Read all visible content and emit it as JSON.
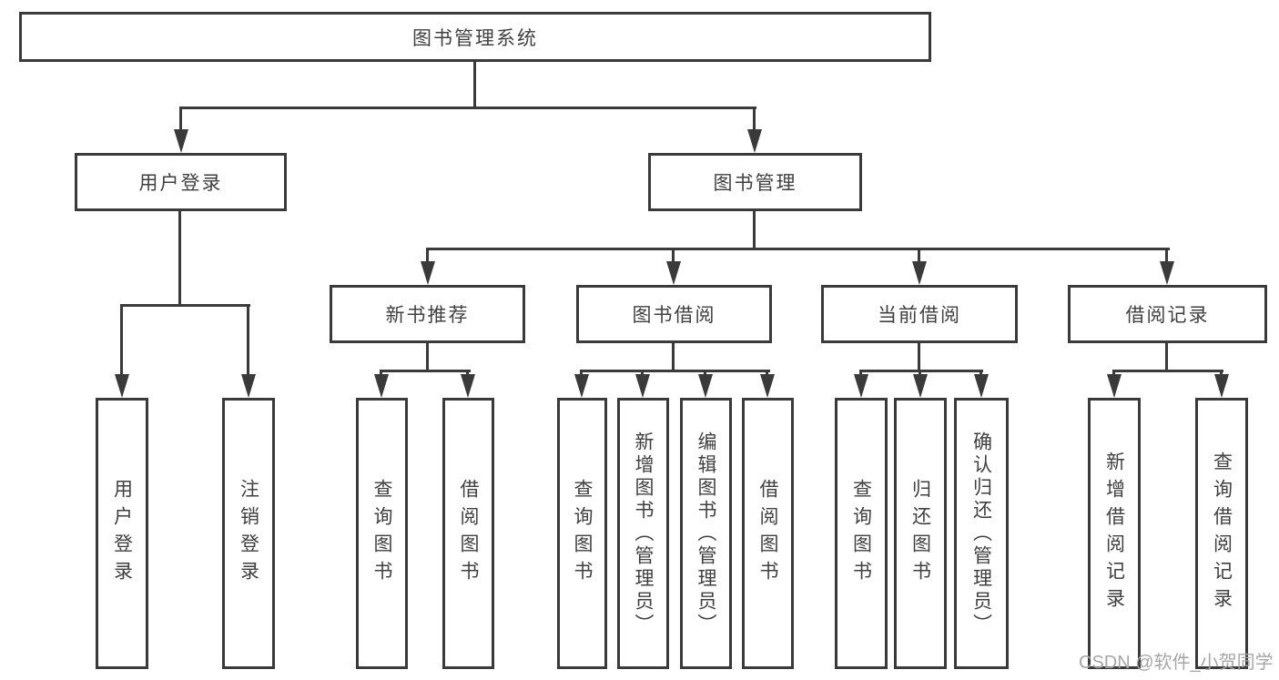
{
  "tree": {
    "root": {
      "label": "图书管理系统"
    },
    "branches": [
      {
        "label": "用户登录",
        "children": [
          {
            "label": "用户登录"
          },
          {
            "label": "注销登录"
          }
        ]
      },
      {
        "label": "图书管理",
        "children": [
          {
            "label": "新书推荐",
            "children": [
              {
                "label": "查询图书"
              },
              {
                "label": "借阅图书"
              }
            ]
          },
          {
            "label": "图书借阅",
            "children": [
              {
                "label": "查询图书"
              },
              {
                "label": "新增图书（管理员）"
              },
              {
                "label": "编辑图书（管理员）"
              },
              {
                "label": "借阅图书"
              }
            ]
          },
          {
            "label": "当前借阅",
            "children": [
              {
                "label": "查询图书"
              },
              {
                "label": "归还图书"
              },
              {
                "label": "确认归还（管理员）"
              }
            ]
          },
          {
            "label": "借阅记录",
            "children": [
              {
                "label": "新增借阅记录"
              },
              {
                "label": "查询借阅记录"
              }
            ]
          }
        ]
      }
    ]
  },
  "watermark": {
    "text": "CSDN @软件_小贺同学"
  },
  "colors": {
    "line": "#3a3a3a",
    "text": "#404040",
    "watermark": "#a6a6a6",
    "background": "#ffffff"
  }
}
